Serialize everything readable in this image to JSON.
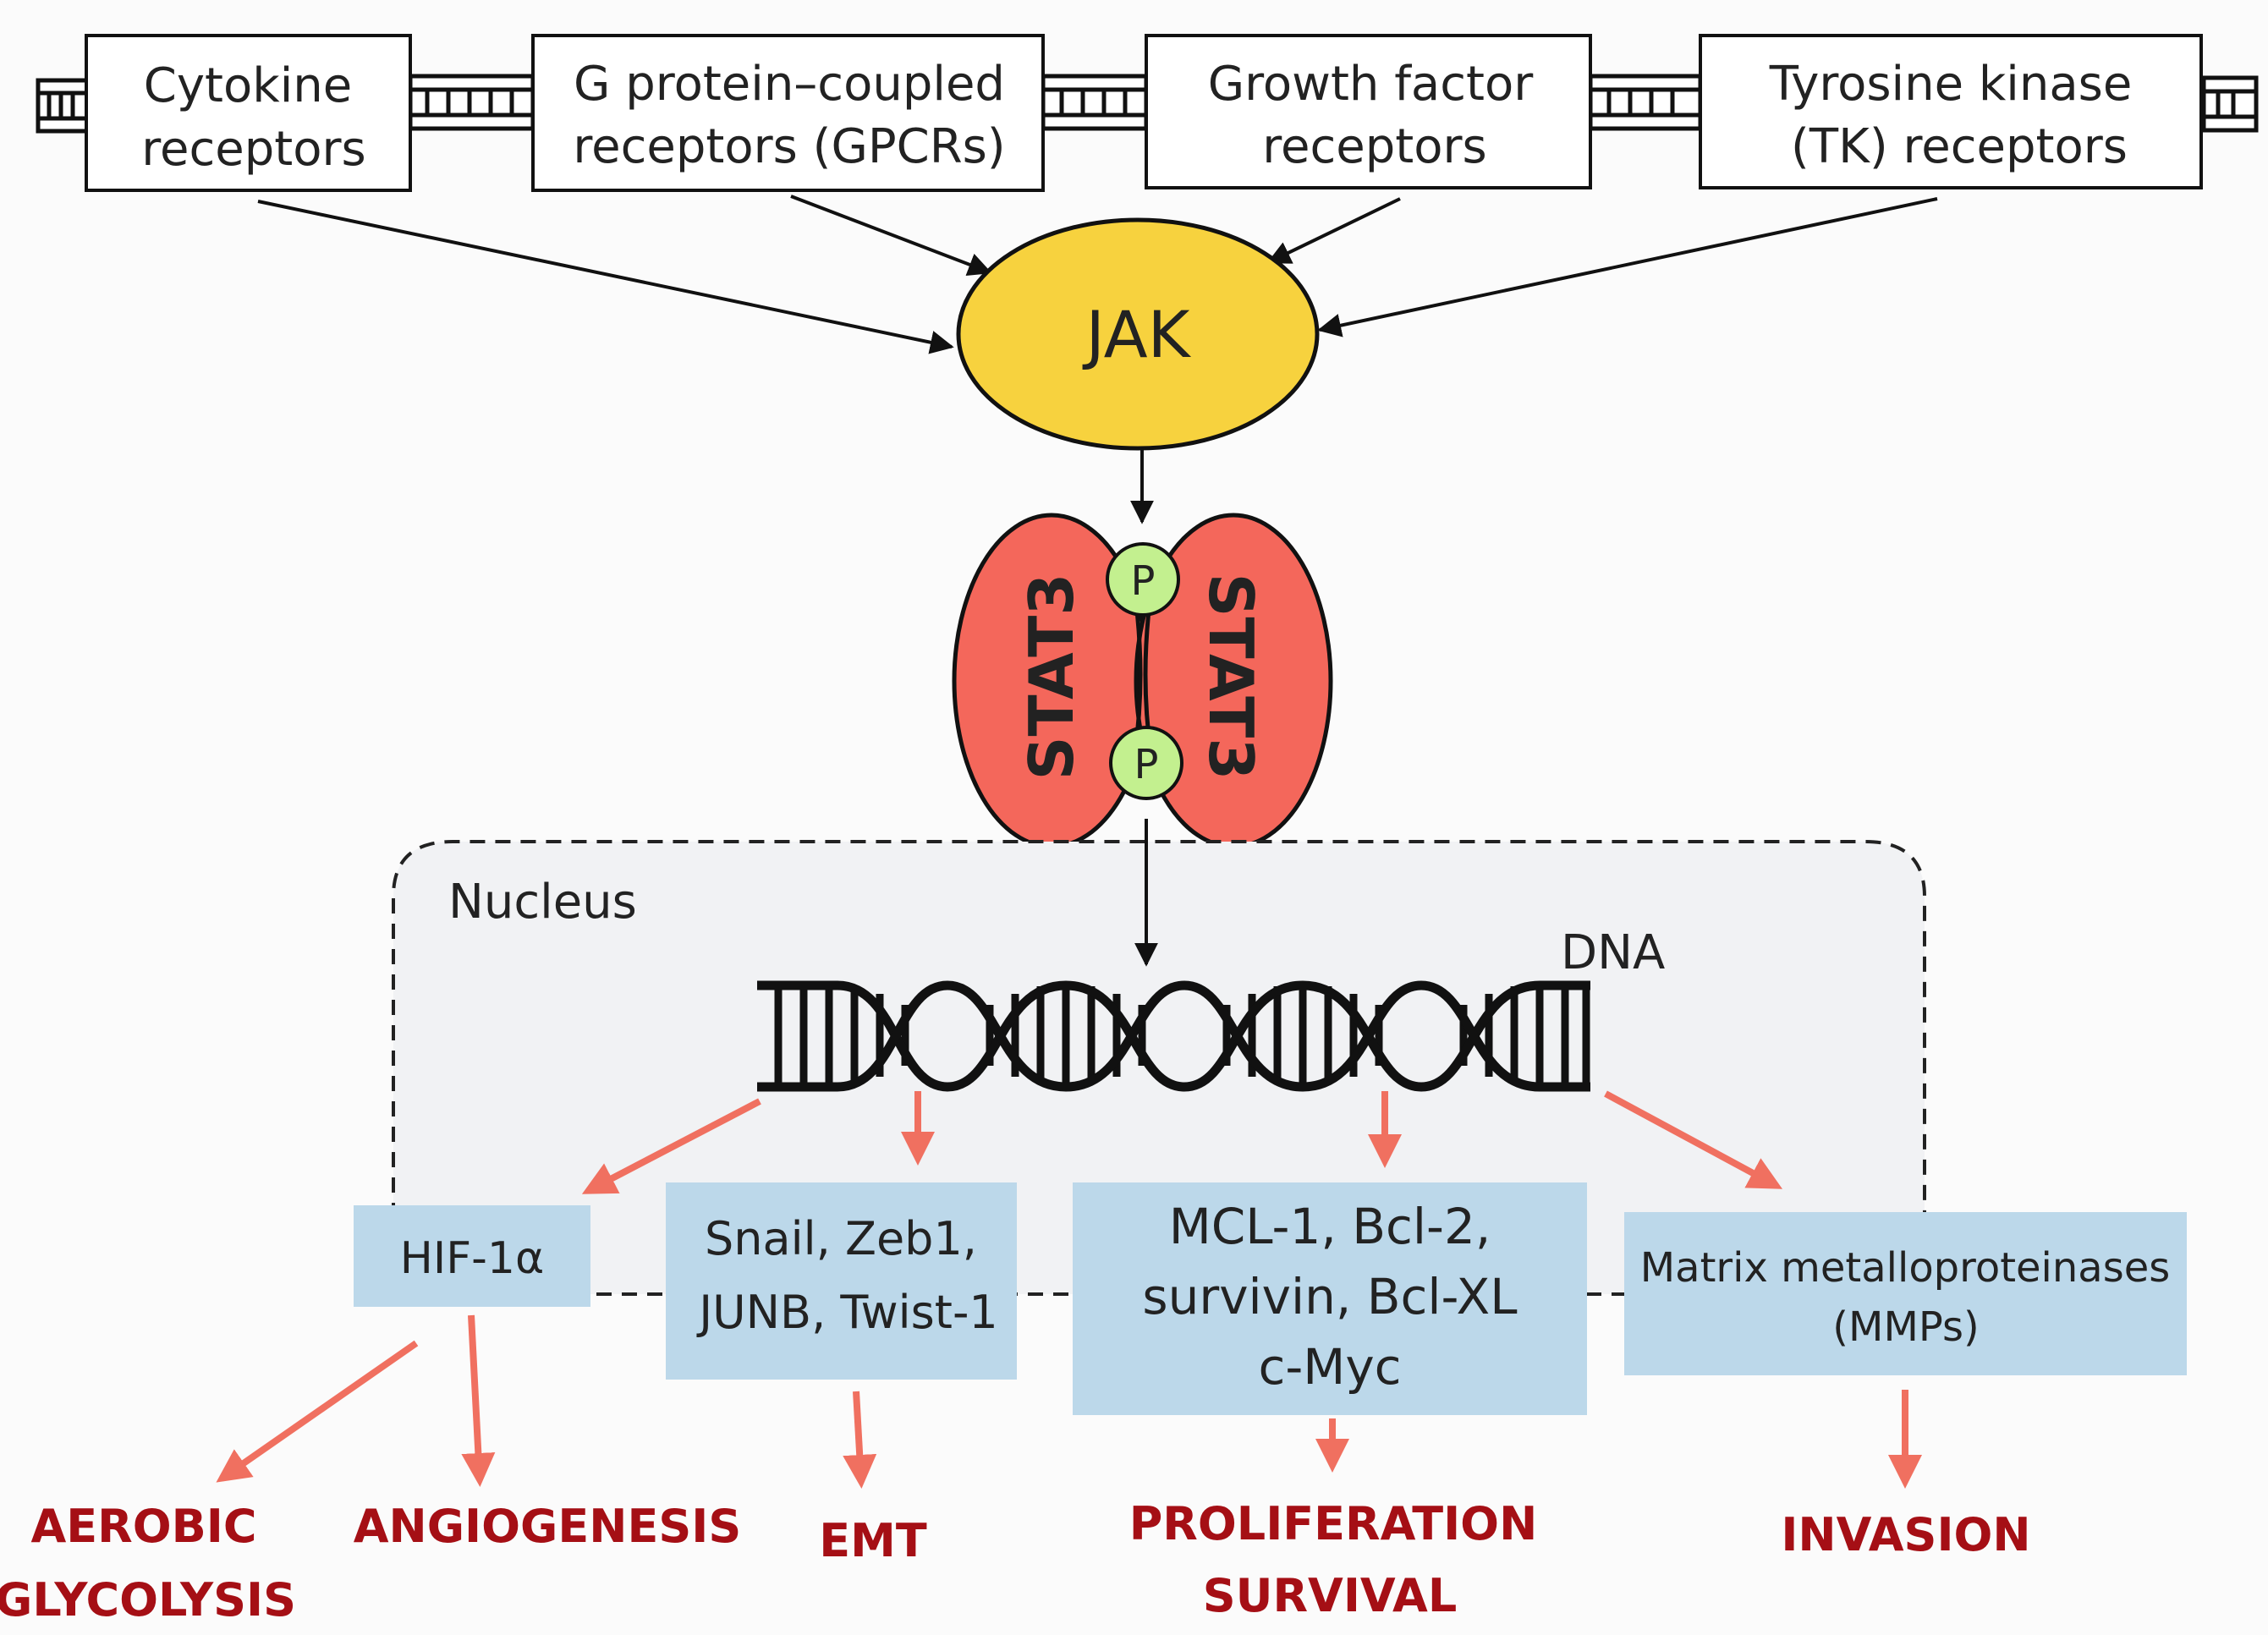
{
  "receptors": [
    {
      "line1": "Cytokine",
      "line2": "receptors"
    },
    {
      "line1": "G protein–coupled",
      "line2": "receptors (GPCRs)"
    },
    {
      "line1": "Growth factor",
      "line2": "receptors"
    },
    {
      "line1": "Tyrosine kinase",
      "line2": "(TK) receptors"
    }
  ],
  "jak": "JAK",
  "stat_left": "STAT3",
  "stat_right": "STAT3",
  "phospho_top": "P",
  "phospho_bottom": "P",
  "nucleus": "Nucleus",
  "dna": "DNA",
  "targets": {
    "hif": "HIF-1α",
    "emt_genes": {
      "line1": "Snail, Zeb1,",
      "line2": "JUNB, Twist-1"
    },
    "survival_genes": {
      "line1": "MCL-1, Bcl-2,",
      "line2": "survivin, Bcl-XL",
      "line3": "c-Myc"
    },
    "mmps": {
      "line1": "Matrix metalloproteinases",
      "line2": "(MMPs)"
    }
  },
  "outcomes": {
    "aerobic": {
      "line1": "AEROBIC",
      "line2": "GLYCOLYSIS"
    },
    "angiogenesis": "ANGIOGENESIS",
    "emt": "EMT",
    "proliferation": {
      "line1": "PROLIFERATION",
      "line2": "SURVIVAL"
    },
    "invasion": "INVASION"
  },
  "colors": {
    "jak_fill": "#f7d23e",
    "stat_fill": "#f4675b",
    "phospho_fill": "#c3f08f",
    "target_fill": "#bcd8ea",
    "nucleus_fill": "#f1f2f4",
    "red_arrow": "#f07060",
    "outcome_text": "#a50f15"
  }
}
